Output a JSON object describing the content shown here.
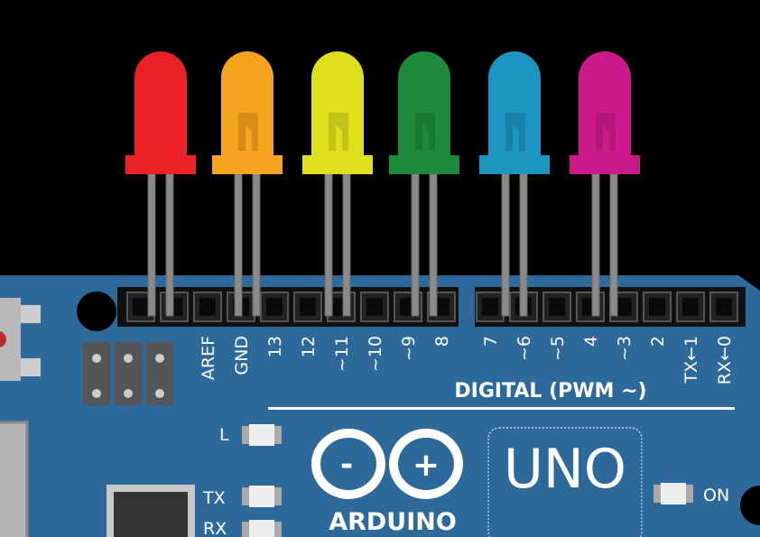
{
  "colors": {
    "background": "#000000",
    "board": "#2d6a9b",
    "header": "#111111",
    "leg": "#8a8a8a"
  },
  "leds": [
    {
      "color": "red",
      "body": "#ec2127",
      "die": false
    },
    {
      "color": "orange",
      "body": "#f6a420",
      "die": true
    },
    {
      "color": "yellow",
      "body": "#dfe01b",
      "die": true
    },
    {
      "color": "green",
      "body": "#1d8a3c",
      "die": true
    },
    {
      "color": "blue",
      "body": "#1c95c3",
      "die": true
    },
    {
      "color": "magenta",
      "body": "#cd1a8a",
      "die": true
    }
  ],
  "header_left_labels": [
    "",
    "",
    "AREF",
    "GND",
    "13",
    "12",
    "~11",
    "~10",
    "~9",
    "8"
  ],
  "header_right_labels": [
    "7",
    "~6",
    "~5",
    "4",
    "~3",
    "2",
    "TX←1",
    "RX←0"
  ],
  "digital_label": "DIGITAL (PWM ~)",
  "status_leds": {
    "l": "L",
    "tx": "TX",
    "rx": "RX",
    "on": "ON"
  },
  "logo": {
    "brand": "ARDUINO",
    "model": "UNO",
    "minus": "-",
    "plus": "+"
  }
}
